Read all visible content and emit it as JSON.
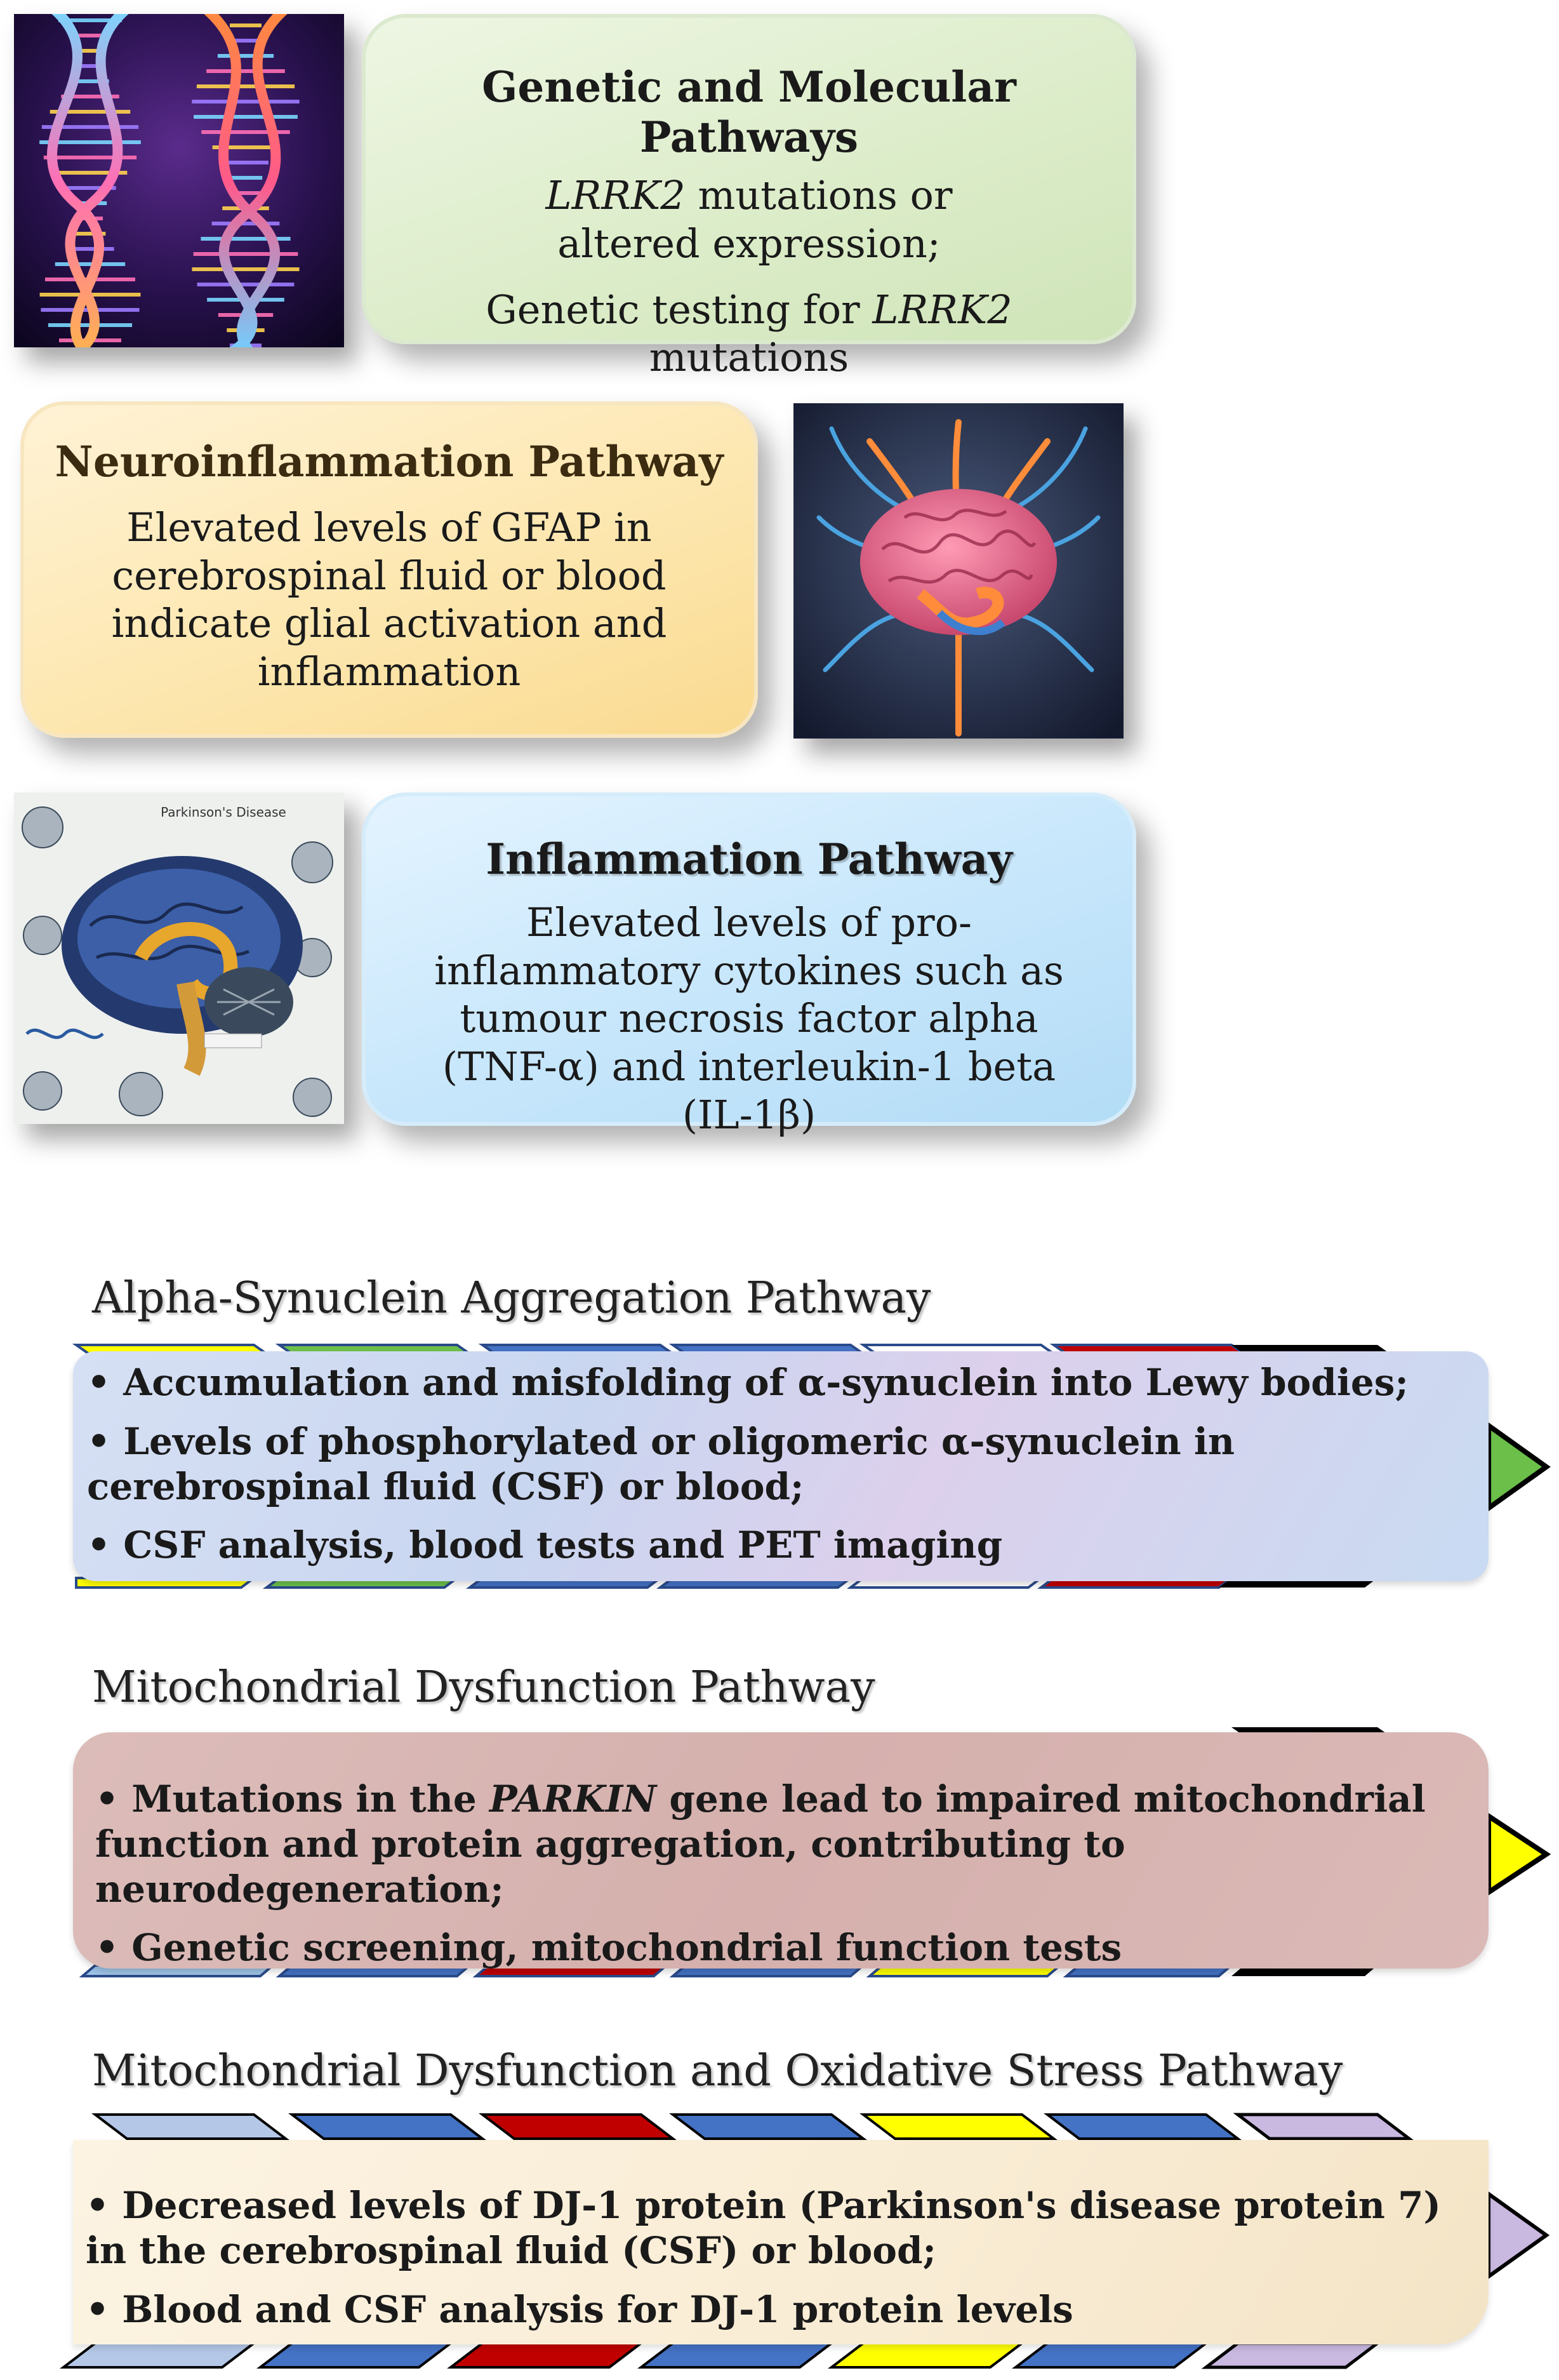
{
  "genetic": {
    "title": "Genetic and Molecular Pathways",
    "line1_gene": "LRRK2",
    "line1_rest": " mutations or altered expression;",
    "line2_pre": "Genetic testing for ",
    "line2_gene": "LRRK2",
    "line2_rest": " mutations"
  },
  "neuro": {
    "title": "Neuroinflammation Pathway",
    "body": "Elevated levels of GFAP in cerebrospinal fluid or blood indicate glial activation and inflammation"
  },
  "inflammation": {
    "title": "Inflammation Pathway",
    "body": "Elevated levels of pro-inflammatory cytokines such as tumour necrosis factor alpha (TNF-α) and interleukin-1 beta (IL-1β)"
  },
  "figure_text": {
    "parkinsons_title": "Parkinson's Disease"
  },
  "alpha": {
    "title": "Alpha-Synuclein Aggregation  Pathway",
    "items": [
      "Accumulation and misfolding of α-synuclein into Lewy bodies;",
      "Levels of phosphorylated or oligomeric α-synuclein in cerebrospinal fluid (CSF) or blood;",
      "CSF analysis, blood tests and PET imaging"
    ]
  },
  "mito": {
    "title": "Mitochondrial  Dysfunction Pathway",
    "item1_pre": "Mutations in the ",
    "item1_gene": "PARKIN",
    "item1_rest": " gene lead to impaired mitochondrial function and protein aggregation, contributing to neurodegeneration;",
    "item2": "Genetic screening, mitochondrial function tests"
  },
  "oxid": {
    "title": "Mitochondrial  Dysfunction and Oxidative Stress Pathway",
    "items": [
      "Decreased levels of DJ-1 protein (Parkinson's disease protein 7) in the cerebrospinal fluid (CSF) or blood;",
      "Blood and CSF analysis for DJ-1 protein levels"
    ]
  },
  "colors": {
    "green_card": "#dbecc8",
    "orange_card": "#fde7b0",
    "blue_card": "#c6e6fb",
    "alpha_panel": "#cfd9ef",
    "mito_panel": "#d9b6b3",
    "oxid_panel": "#fbf0da",
    "arrow_green": "#6cc04a",
    "arrow_yellow": "#ffff00",
    "arrow_lavender": "#c9b8e0",
    "chevron_blue": "#4472c4",
    "chevron_red": "#c00000",
    "chevron_yellow": "#ffff00",
    "chevron_lightblue": "#9dc3e6",
    "chevron_lavender": "#c9b8e0"
  }
}
